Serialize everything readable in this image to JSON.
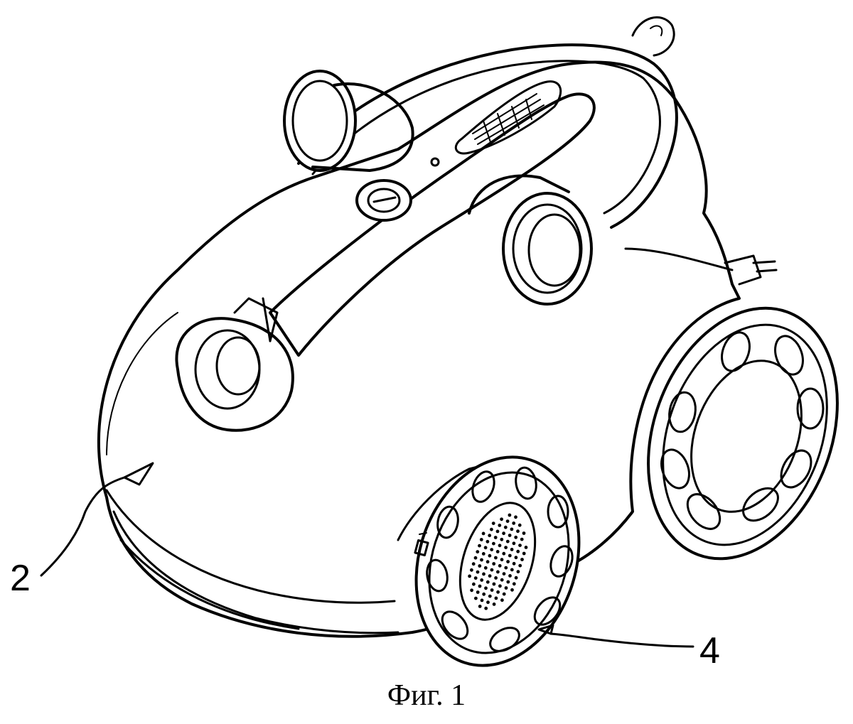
{
  "figure": {
    "caption": "Фиг. 1",
    "reference_labels": {
      "housing": "2",
      "front_wheel": "4"
    }
  }
}
